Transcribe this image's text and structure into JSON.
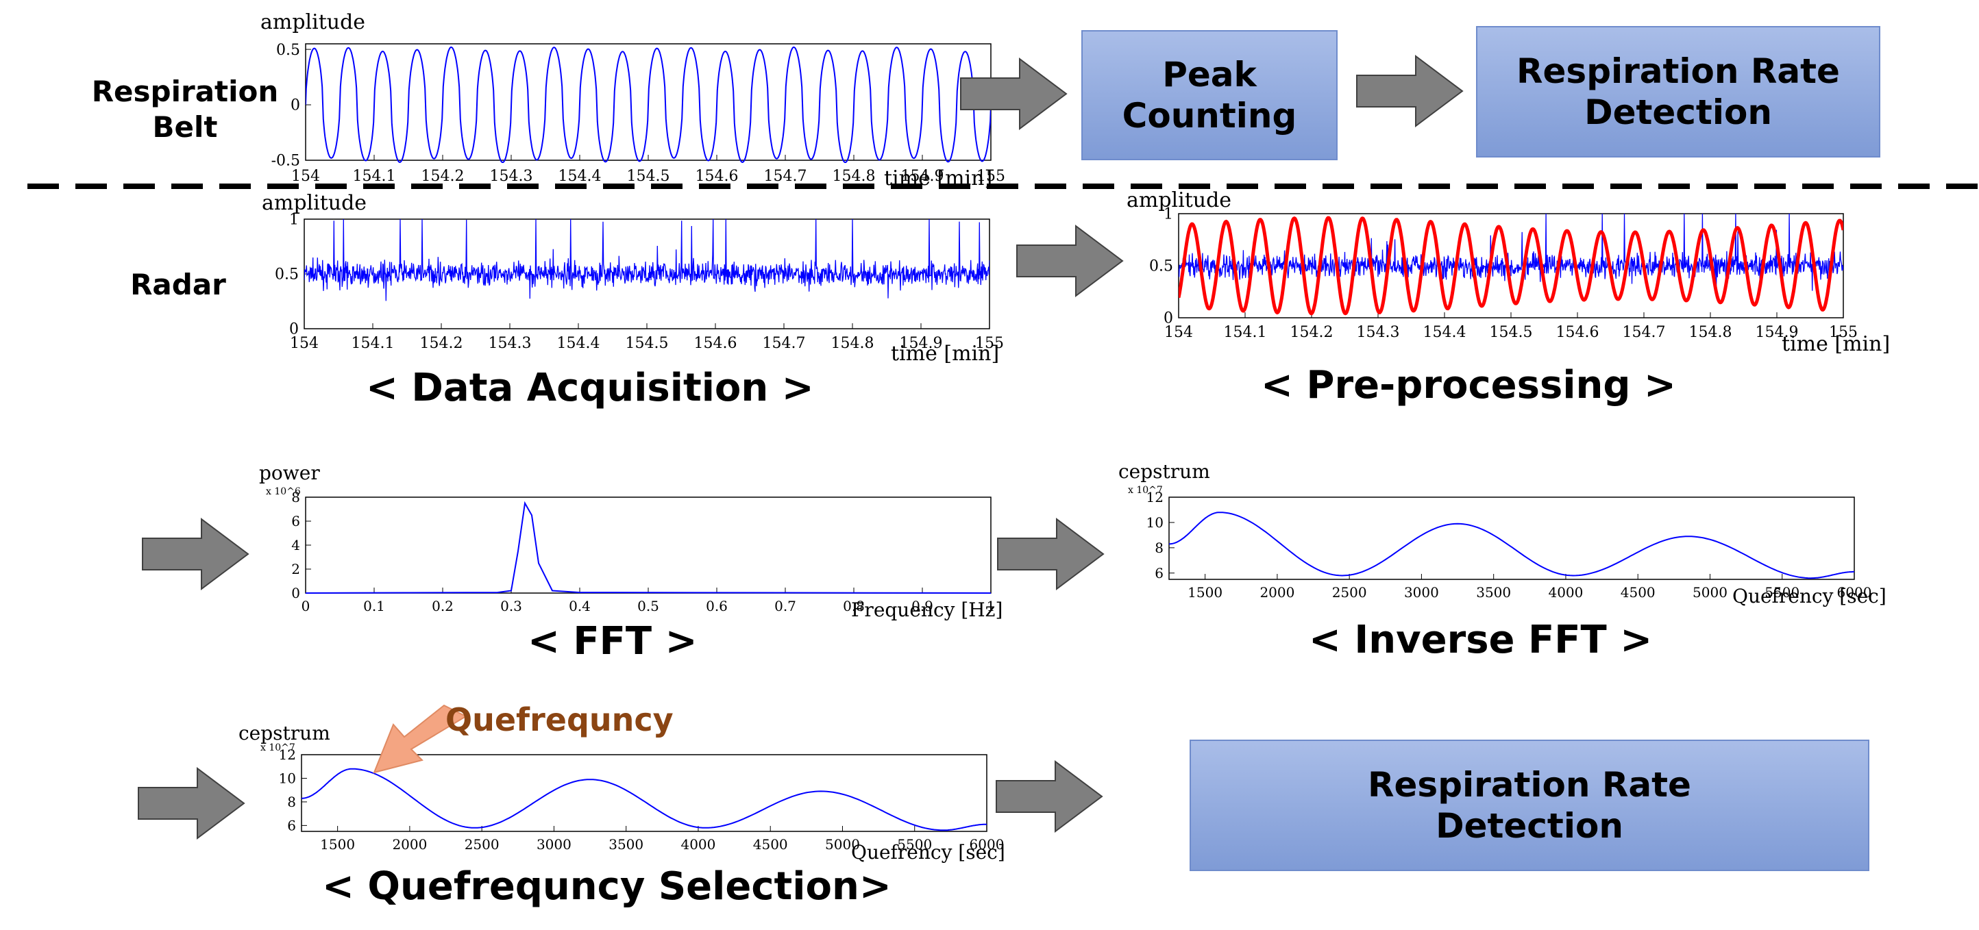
{
  "labels": {
    "belt_line1": "Respiration",
    "belt_line2": "Belt",
    "radar": "Radar",
    "quefrequncy_annotation": "Quefrequncy"
  },
  "boxes": {
    "peak_counting": "Peak Counting",
    "respiration_rate_top": "Respiration Rate Detection",
    "respiration_rate_bottom": "Respiration Rate Detection"
  },
  "sections": {
    "data_acquisition": "< Data Acquisition >",
    "preprocessing": "< Pre-processing >",
    "fft": "< FFT >",
    "inverse_fft": "< Inverse FFT >",
    "quefrequncy_selection": "< Quefrequncy Selection>"
  },
  "colors": {
    "signal_blue": "#0000ff",
    "envelope_red": "#ff0000",
    "box_fill": "#8fa8df",
    "arrow_gray": "#7f7f7f",
    "annotation_orange": "#f4a582",
    "annotation_text": "#8b4513"
  },
  "chart_data": [
    {
      "id": "belt",
      "type": "line",
      "ylabel": "amplitude",
      "xlabel": "time [min]",
      "x_ticks": [
        "154",
        "154.1",
        "154.2",
        "154.3",
        "154.4",
        "154.5",
        "154.6",
        "154.7",
        "154.8",
        "154.9",
        "155"
      ],
      "y_ticks": [
        "0.5",
        "0",
        "-0.5"
      ],
      "xlim": [
        154,
        155
      ],
      "ylim": [
        -0.5,
        0.55
      ],
      "series": [
        {
          "signal": "periodic",
          "cycles": 20,
          "amplitude": 0.5
        }
      ]
    },
    {
      "id": "radar",
      "type": "line",
      "ylabel": "amplitude",
      "xlabel": "time [min]",
      "x_ticks": [
        "154",
        "154.1",
        "154.2",
        "154.3",
        "154.4",
        "154.5",
        "154.6",
        "154.7",
        "154.8",
        "154.9",
        "155"
      ],
      "y_ticks": [
        "1",
        "0.5",
        "0"
      ],
      "xlim": [
        154,
        155
      ],
      "ylim": [
        0,
        1
      ],
      "series": [
        {
          "signal": "noise",
          "mean": 0.5
        }
      ]
    },
    {
      "id": "preprocessing",
      "type": "line",
      "ylabel": "amplitude",
      "xlabel": "time [min]",
      "x_ticks": [
        "154",
        "154.1",
        "154.2",
        "154.3",
        "154.4",
        "154.5",
        "154.6",
        "154.7",
        "154.8",
        "154.9",
        "155"
      ],
      "y_ticks": [
        "1",
        "0.5",
        "0"
      ],
      "xlim": [
        154,
        155
      ],
      "ylim": [
        0,
        1
      ],
      "series": [
        {
          "signal": "noise",
          "mean": 0.5
        },
        {
          "signal": "periodic",
          "cycles": 19.5,
          "mean": 0.5,
          "amplitude": 0.46
        }
      ]
    },
    {
      "id": "fft",
      "type": "line",
      "ylabel": "power",
      "y_exponent": "x 10^6",
      "xlabel": "Frequency [Hz]",
      "x_ticks": [
        "0",
        "0.1",
        "0.2",
        "0.3",
        "0.4",
        "0.5",
        "0.6",
        "0.7",
        "0.8",
        "0.9",
        "1"
      ],
      "y_ticks": [
        "8",
        "6",
        "4",
        "2",
        "0"
      ],
      "xlim": [
        0,
        1
      ],
      "ylim": [
        0,
        8
      ],
      "x": [
        0,
        0.28,
        0.3,
        0.31,
        0.32,
        0.33,
        0.34,
        0.36,
        0.4,
        1
      ],
      "y": [
        0,
        0.05,
        0.2,
        3.5,
        7.5,
        6.5,
        2.5,
        0.2,
        0.05,
        0
      ]
    },
    {
      "id": "inverse_fft",
      "type": "line",
      "ylabel": "cepstrum",
      "y_exponent": "x 10^7",
      "xlabel": "Quefrency [sec]",
      "x_ticks": [
        "1500",
        "2000",
        "2500",
        "3000",
        "3500",
        "4000",
        "4500",
        "5000",
        "5500",
        "6000"
      ],
      "y_ticks": [
        "12",
        "10",
        "8",
        "6"
      ],
      "xlim": [
        1250,
        6000
      ],
      "ylim": [
        5.5,
        12
      ],
      "x": [
        1250,
        1600,
        2450,
        3250,
        4050,
        4850,
        5700,
        6000
      ],
      "y": [
        8.3,
        10.8,
        5.8,
        9.9,
        5.8,
        8.9,
        5.6,
        6.1
      ]
    },
    {
      "id": "quefrequncy",
      "type": "line",
      "ylabel": "cepstrum",
      "y_exponent": "x 10^7",
      "xlabel": "Quefrency [sec]",
      "x_ticks": [
        "1500",
        "2000",
        "2500",
        "3000",
        "3500",
        "4000",
        "4500",
        "5000",
        "5500",
        "6000"
      ],
      "y_ticks": [
        "12",
        "10",
        "8",
        "6"
      ],
      "xlim": [
        1250,
        6000
      ],
      "ylim": [
        5.5,
        12
      ],
      "x": [
        1250,
        1600,
        2450,
        3250,
        4050,
        4850,
        5700,
        6000
      ],
      "y": [
        8.3,
        10.8,
        5.8,
        9.9,
        5.8,
        8.9,
        5.6,
        6.1
      ]
    }
  ]
}
